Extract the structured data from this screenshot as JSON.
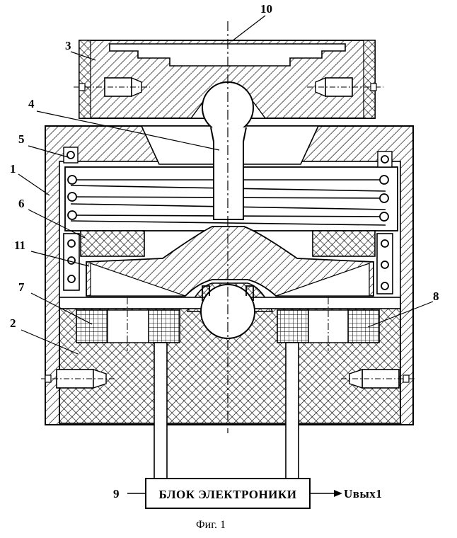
{
  "figure": {
    "caption": "Фиг. 1",
    "electronics_block_label": "БЛОК ЭЛЕКТРОНИКИ",
    "output_label": "Uвых1",
    "part_labels": {
      "p1": "1",
      "p2": "2",
      "p3": "3",
      "p4": "4",
      "p5": "5",
      "p6": "6",
      "p7": "7",
      "p8": "8",
      "p9": "9",
      "p10": "10",
      "p11": "11"
    }
  }
}
